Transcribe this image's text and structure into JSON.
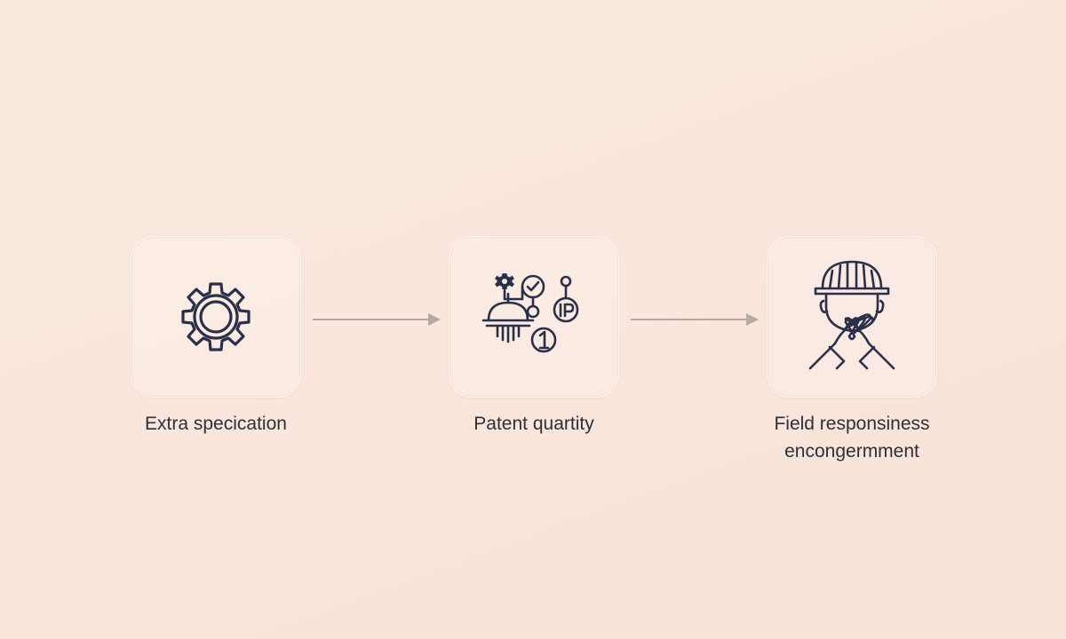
{
  "steps": [
    {
      "label": "Extra specication",
      "icon": "gear-icon"
    },
    {
      "label": "Patent quartity",
      "icon": "patent-process-icon"
    },
    {
      "label": "Field responsiness\nencongermment",
      "icon": "worker-hard-hat-icon"
    }
  ],
  "colors": {
    "background": "#fae6dc",
    "icon_stroke": "#2a2f4a",
    "connector": "#b3aaa6",
    "text": "#2f2f3a"
  }
}
